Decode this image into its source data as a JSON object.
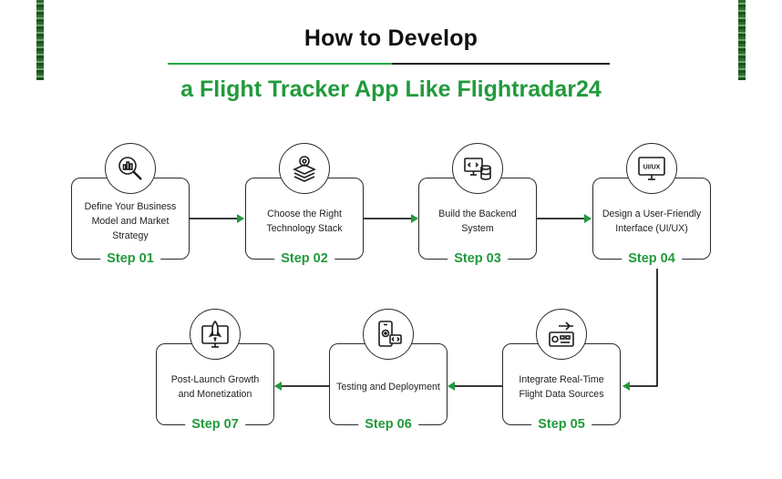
{
  "header": {
    "title_line1": "How to Develop",
    "title_line2": "a Flight Tracker App Like Flightradar24"
  },
  "colors": {
    "accent": "#229a3c",
    "border": "#2a2a2a"
  },
  "steps": [
    {
      "text": "Define Your Business Model and Market Strategy",
      "label": "Step 01",
      "icon": "chart-magnifier-icon"
    },
    {
      "text": "Choose the Right Technology Stack",
      "label": "Step 02",
      "icon": "layers-target-icon"
    },
    {
      "text": "Build the Backend System",
      "label": "Step 03",
      "icon": "server-database-icon"
    },
    {
      "text": "Design a User-Friendly Interface (UI/UX)",
      "label": "Step 04",
      "icon": "ui-ux-monitor-icon",
      "icon_text": "UI/UX"
    },
    {
      "text": "Integrate Real-Time Flight Data Sources",
      "label": "Step 05",
      "icon": "airplane-dashboard-icon"
    },
    {
      "text": "Testing and Deployment",
      "label": "Step 06",
      "icon": "mobile-code-icon"
    },
    {
      "text": "Post-Launch Growth and Monetization",
      "label": "Step 07",
      "icon": "rocket-monitor-icon"
    }
  ]
}
